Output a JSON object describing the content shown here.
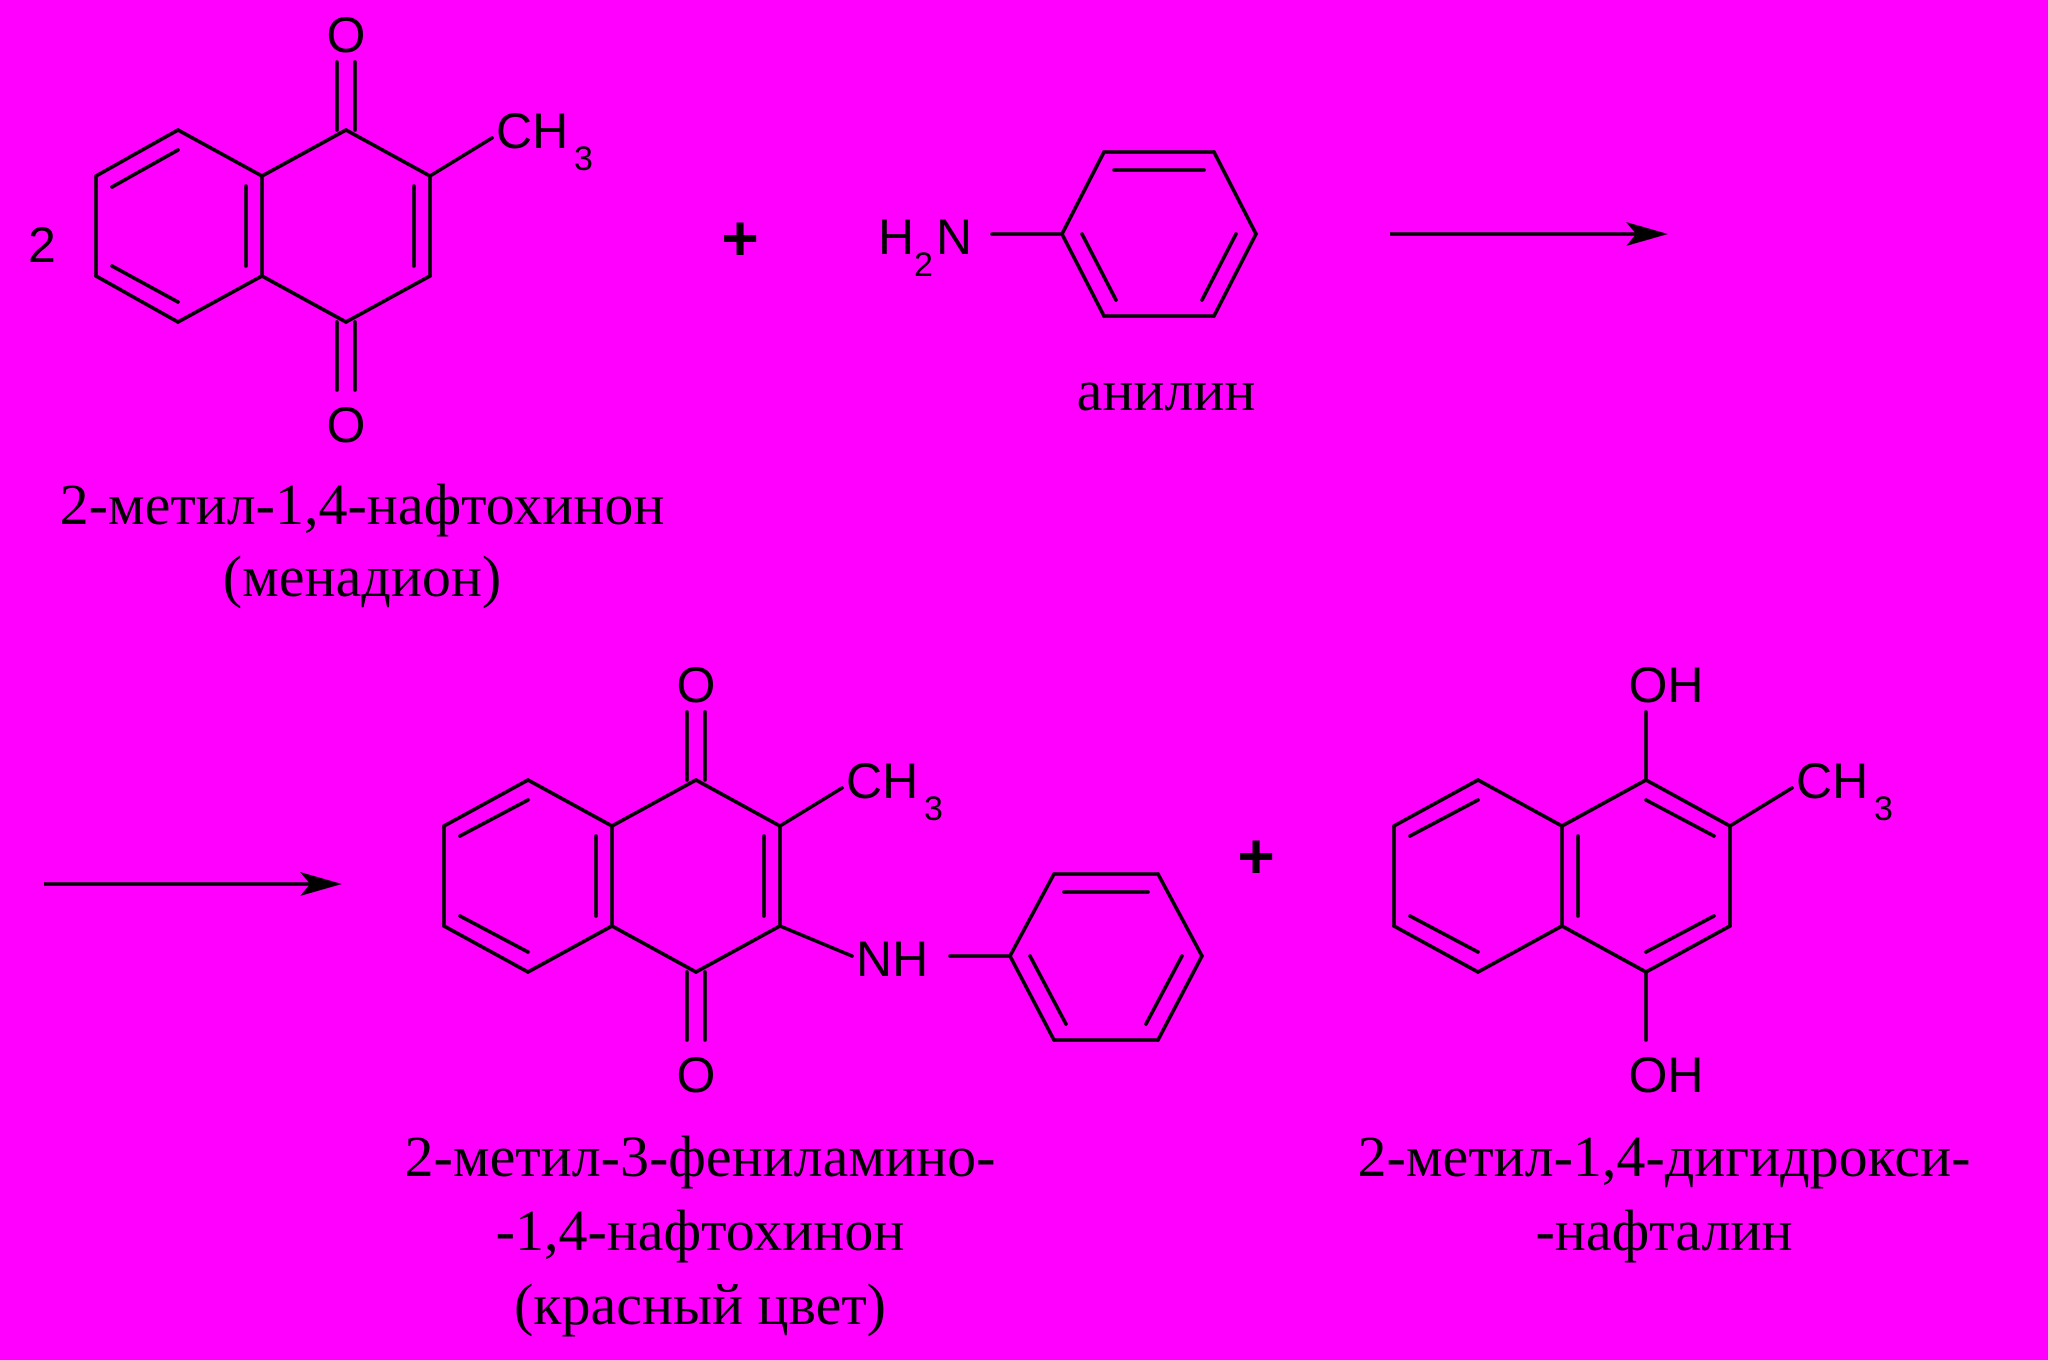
{
  "background_color": "#ff00ff",
  "reactants": {
    "coefficient": "2",
    "menadione": {
      "oxygen_top": "O",
      "oxygen_bottom": "O",
      "methyl_main": "CH",
      "methyl_sub": "3",
      "name_line1": "2-метил-1,4-нафтохинон",
      "name_line2": "(менадион)"
    },
    "plus": "+",
    "aniline": {
      "amine_h": "H",
      "amine_sub": "2",
      "amine_n": "N",
      "name": "анилин"
    }
  },
  "products": {
    "phenylamino_naphthoquinone": {
      "oxygen_top": "O",
      "oxygen_bottom": "O",
      "methyl_main": "CH",
      "methyl_sub": "3",
      "amine": "NH",
      "name_line1": "2-метил-3-фениламино-",
      "name_line2": "-1,4-нафтохинон",
      "name_line3": "(красный цвет)"
    },
    "plus": "+",
    "dihydroxynaphthalene": {
      "hydroxyl_top": "OH",
      "hydroxyl_bottom": "OH",
      "methyl_main": "CH",
      "methyl_sub": "3",
      "name_line1": "2-метил-1,4-дигидрокси-",
      "name_line2": "-нафталин"
    }
  }
}
